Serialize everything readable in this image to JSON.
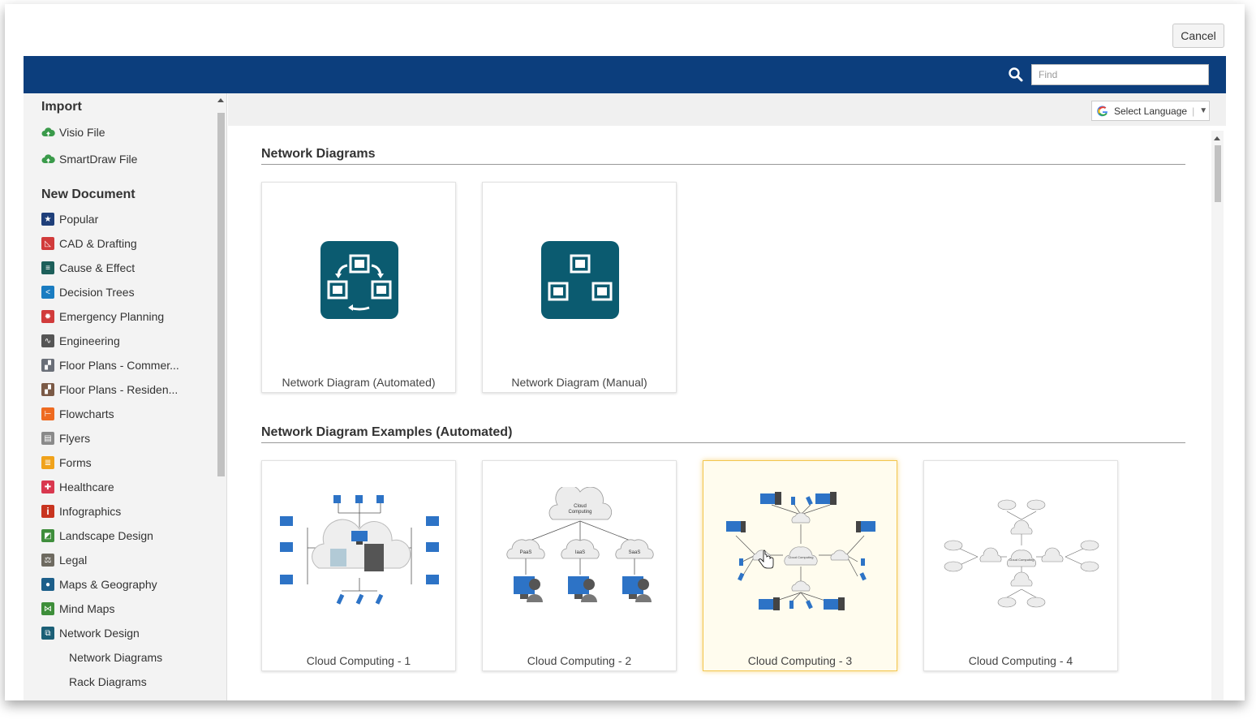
{
  "header": {
    "cancel_label": "Cancel",
    "find_placeholder": "Find"
  },
  "language": {
    "label": "Select Language"
  },
  "sidebar": {
    "import_heading": "Import",
    "import_items": [
      {
        "label": "Visio File",
        "icon": "cloud-upload-icon"
      },
      {
        "label": "SmartDraw File",
        "icon": "cloud-upload-icon"
      }
    ],
    "new_heading": "New Document",
    "items": [
      {
        "label": "Popular",
        "icon": "star-icon",
        "color": "#1f3f7a"
      },
      {
        "label": "CAD & Drafting",
        "icon": "cad-icon",
        "color": "#d13b3b"
      },
      {
        "label": "Cause & Effect",
        "icon": "cause-effect-icon",
        "color": "#1d5f5a"
      },
      {
        "label": "Decision Trees",
        "icon": "decision-tree-icon",
        "color": "#1a7cc1"
      },
      {
        "label": "Emergency Planning",
        "icon": "alarm-icon",
        "color": "#d13b3b"
      },
      {
        "label": "Engineering",
        "icon": "engineering-icon",
        "color": "#555555"
      },
      {
        "label": "Floor Plans - Commer...",
        "icon": "floor-plan-icon",
        "color": "#6a6f78"
      },
      {
        "label": "Floor Plans - Residen...",
        "icon": "floor-plan-icon",
        "color": "#7b5a46"
      },
      {
        "label": "Flowcharts",
        "icon": "flowchart-icon",
        "color": "#ee6b21"
      },
      {
        "label": "Flyers",
        "icon": "flyer-icon",
        "color": "#8a8a8a"
      },
      {
        "label": "Forms",
        "icon": "form-icon",
        "color": "#f0a21a"
      },
      {
        "label": "Healthcare",
        "icon": "health-icon",
        "color": "#d9384f"
      },
      {
        "label": "Infographics",
        "icon": "info-icon",
        "color": "#c8341f"
      },
      {
        "label": "Landscape Design",
        "icon": "landscape-icon",
        "color": "#3f8e3c"
      },
      {
        "label": "Legal",
        "icon": "scales-icon",
        "color": "#6e6a60"
      },
      {
        "label": "Maps & Geography",
        "icon": "globe-icon",
        "color": "#1d5f8a"
      },
      {
        "label": "Mind Maps",
        "icon": "mindmap-icon",
        "color": "#3e8e3a"
      },
      {
        "label": "Network Design",
        "icon": "network-icon",
        "color": "#1b5f76"
      }
    ],
    "sub_items": [
      "Network Diagrams",
      "Rack Diagrams"
    ]
  },
  "main": {
    "section1_title": "Network Diagrams",
    "section1_cards": [
      {
        "label": "Network Diagram (Automated)"
      },
      {
        "label": "Network Diagram (Manual)"
      }
    ],
    "section2_title": "Network Diagram Examples (Automated)",
    "section2_cards": [
      {
        "label": "Cloud Computing - 1"
      },
      {
        "label": "Cloud Computing - 2",
        "thumb_top": "Cloud Computing",
        "thumb_nodes": [
          "PaaS",
          "IaaS",
          "SaaS"
        ]
      },
      {
        "label": "Cloud Computing - 3",
        "selected": true,
        "thumb_center": "Cloud Computing"
      },
      {
        "label": "Cloud Computing - 4",
        "thumb_center": "Cloud Computing"
      }
    ]
  },
  "colors": {
    "topbar": "#0c3e7d",
    "app_icon": "#0b5b70",
    "selected_border": "#f3c64f"
  }
}
